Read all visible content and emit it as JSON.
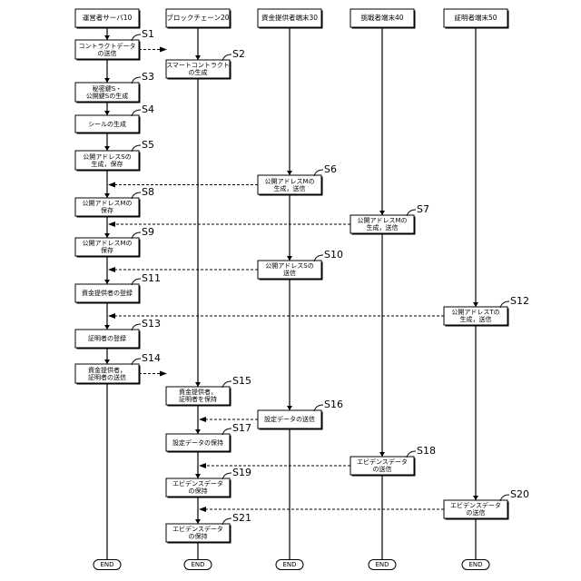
{
  "lanes": [
    {
      "id": "L1",
      "title": "運営者サーバ10",
      "end": "END"
    },
    {
      "id": "L2",
      "title": "ブロックチェーン20",
      "end": "END"
    },
    {
      "id": "L3",
      "title": "資金提供者端末30",
      "end": "END"
    },
    {
      "id": "L4",
      "title": "挑戦者端末40",
      "end": "END"
    },
    {
      "id": "L5",
      "title": "証明者端末50",
      "end": "END"
    }
  ],
  "steps": [
    {
      "id": "S1",
      "lane": 0,
      "text": "コントラクトデータ\nの送信"
    },
    {
      "id": "S2",
      "lane": 1,
      "text": "スマートコントラクト\nの生成"
    },
    {
      "id": "S3",
      "lane": 0,
      "text": "秘密鍵S・\n公開鍵Sの生成"
    },
    {
      "id": "S4",
      "lane": 0,
      "text": "シールの生成"
    },
    {
      "id": "S5",
      "lane": 0,
      "text": "公開アドレスSの\n生成，保存"
    },
    {
      "id": "S6",
      "lane": 2,
      "text": "公開アドレスMの\n生成，送信"
    },
    {
      "id": "S8",
      "lane": 0,
      "text": "公開アドレスMの\n保存"
    },
    {
      "id": "S7",
      "lane": 3,
      "text": "公開アドレスMの\n生成，送信"
    },
    {
      "id": "S9",
      "lane": 0,
      "text": "公開アドレスMの\n保存"
    },
    {
      "id": "S10",
      "lane": 2,
      "text": "公開アドレスSの\n送信"
    },
    {
      "id": "S11",
      "lane": 0,
      "text": "資金提供者の登録"
    },
    {
      "id": "S12",
      "lane": 4,
      "text": "公開アドレスTの\n生成，送信"
    },
    {
      "id": "S13",
      "lane": 0,
      "text": "証明者の登録"
    },
    {
      "id": "S14",
      "lane": 0,
      "text": "資金提供者，\n証明者の送信"
    },
    {
      "id": "S15",
      "lane": 1,
      "text": "資金提供者，\n証明者を保持"
    },
    {
      "id": "S16",
      "lane": 2,
      "text": "設定データの送信"
    },
    {
      "id": "S17",
      "lane": 1,
      "text": "設定データの保持"
    },
    {
      "id": "S18",
      "lane": 3,
      "text": "エビデンスデータ\nの送信"
    },
    {
      "id": "S19",
      "lane": 1,
      "text": "エビデンスデータ\nの保持"
    },
    {
      "id": "S20",
      "lane": 4,
      "text": "エビデンスデータ\nの送信"
    },
    {
      "id": "S21",
      "lane": 1,
      "text": "エビデンスデータ\nの保持"
    }
  ],
  "messages": [
    {
      "from": "S1",
      "to": "S2"
    },
    {
      "from": "S6",
      "to": "L1"
    },
    {
      "from": "S7",
      "to": "L1"
    },
    {
      "from": "S10",
      "to": "L1"
    },
    {
      "from": "S12",
      "to": "L1"
    },
    {
      "from": "S14",
      "to": "S15"
    },
    {
      "from": "S16",
      "to": "L2"
    },
    {
      "from": "S18",
      "to": "L2"
    },
    {
      "from": "S20",
      "to": "L2"
    }
  ],
  "colors": {
    "stroke": "#000000",
    "fill": "#ffffff",
    "shadow": "#000000"
  }
}
